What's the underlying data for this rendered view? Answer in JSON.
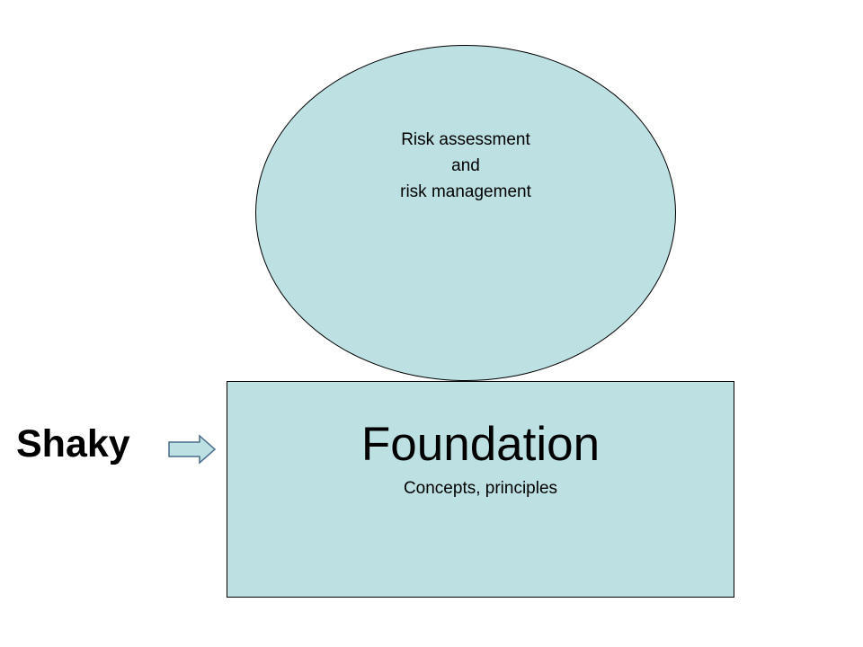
{
  "diagram": {
    "top_shape": {
      "lines": [
        "Risk assessment",
        "and",
        "risk management"
      ],
      "fill": "#bde0e3"
    },
    "foundation": {
      "title": "Foundation",
      "subtitle": "Concepts, principles",
      "fill": "#bde0e3"
    },
    "side_label": "Shaky",
    "arrow": {
      "icon": "right-arrow-icon",
      "fill": "#bde0e3"
    }
  }
}
